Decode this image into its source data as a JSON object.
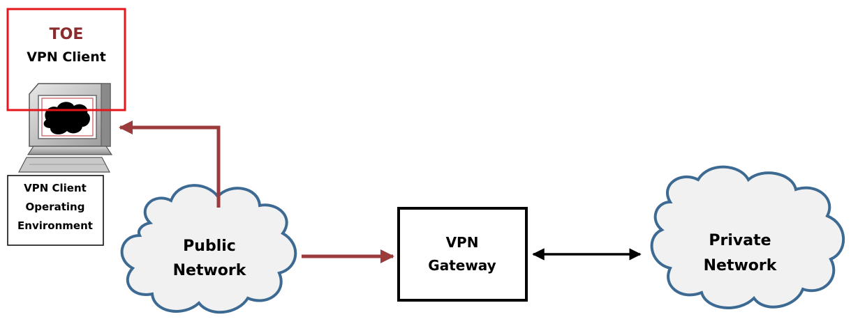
{
  "toe": {
    "title": "TOE",
    "subtitle": "VPN Client"
  },
  "client_env": {
    "line1": "VPN Client",
    "line2": "Operating",
    "line3": "Environment"
  },
  "public_network": {
    "line1": "Public",
    "line2": "Network"
  },
  "vpn_gateway": {
    "line1": "VPN",
    "line2": "Gateway"
  },
  "private_network": {
    "line1": "Private",
    "line2": "Network"
  },
  "colors": {
    "toe_border": "#e4161b",
    "toe_title": "#8b2b2b",
    "arrow_red": "#9b3b3b",
    "cloud_stroke": "#3d6a93",
    "cloud_fill": "#f1f1f1",
    "black": "#000000"
  }
}
